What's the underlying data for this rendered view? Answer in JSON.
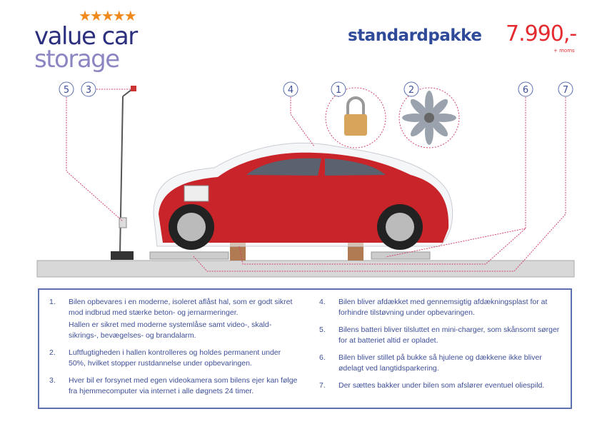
{
  "logo": {
    "line1": "value car",
    "line2": "storage",
    "stars": "★★★★★"
  },
  "header": {
    "title": "standardpakke",
    "price": "7.990,-",
    "price_note": "+ moms"
  },
  "callouts": [
    "5",
    "3",
    "4",
    "1",
    "2",
    "6",
    "7"
  ],
  "colors": {
    "brand": "#2b2f7e",
    "accent": "#e42b2f",
    "title": "#2f4a99",
    "callout_line": "#d0466e"
  },
  "features_left": [
    {
      "num": "1.",
      "text": "Bilen opbevares i en moderne, isoleret aflåst hal, som er godt sikret mod indbrud med stærke beton- og jernarmeringer.",
      "text2": "Hallen er sikret med moderne systemlåse samt video-, skald-sikrings-, bevægelses- og brandalarm."
    },
    {
      "num": "2.",
      "text": "Luftfugtigheden i hallen kontrolleres og holdes permanent under 50%, hvilket stopper rustdannelse under opbevaringen."
    },
    {
      "num": "3.",
      "text": "Hver bil er forsynet med egen videokamera som bilens ejer kan følge fra hjemmecomputer via internet i alle døgnets 24 timer."
    }
  ],
  "features_right": [
    {
      "num": "4.",
      "text": "Bilen bliver afdækket med gennemsigtig afdækningsplast for at forhindre tilstøvning under opbevaringen."
    },
    {
      "num": "5.",
      "text": "Bilens batteri bliver tilsluttet en mini-charger, som skånsomt sørger for at batteriet altid er opladet."
    },
    {
      "num": "6.",
      "text": "Bilen bliver stillet på bukke så hjulene og dækkene ikke bliver ødelagt ved langtidsparkering."
    },
    {
      "num": "7.",
      "text": "Der sættes bakker under bilen som afslører eventuel oliespild."
    }
  ]
}
